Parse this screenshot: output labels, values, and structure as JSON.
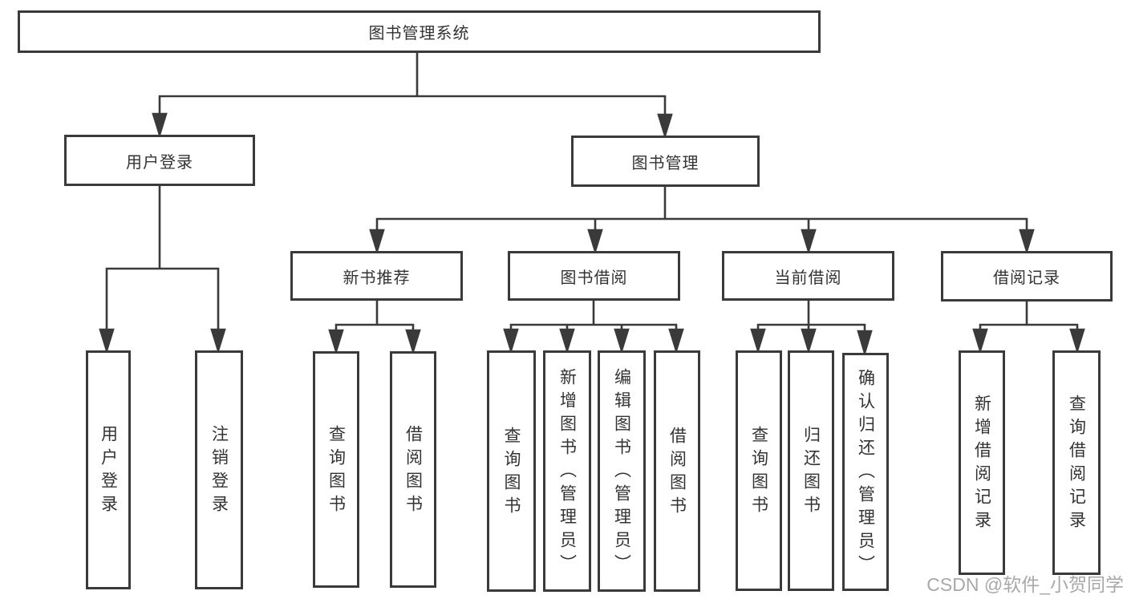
{
  "nodes": {
    "root": "图书管理系统",
    "user_login": "用户登录",
    "book_management": "图书管理",
    "new_book_recommend": "新书推荐",
    "book_borrowing": "图书借阅",
    "current_borrowing": "当前借阅",
    "borrowing_records": "借阅记录",
    "leaf_user_login": "用户登录",
    "leaf_logout": "注销登录",
    "leaf_query_books_recommend": "查询图书",
    "leaf_borrow_books_recommend": "借阅图书",
    "leaf_query_books_borrowing": "查询图书",
    "leaf_add_books_admin": "新增图书（管理员）",
    "leaf_edit_books_admin": "编辑图书（管理员）",
    "leaf_borrow_books_borrowing": "借阅图书",
    "leaf_query_books_current": "查询图书",
    "leaf_return_books": "归还图书",
    "leaf_confirm_return_admin": "确认归还（管理员）",
    "leaf_add_borrow_record": "新增借阅记录",
    "leaf_query_borrow_record": "查询借阅记录"
  },
  "watermark": "CSDN @软件_小贺同学",
  "colors": {
    "line": "#3a3a3a",
    "text": "#333333",
    "background": "#ffffff",
    "watermark": "#9e9e9e"
  }
}
